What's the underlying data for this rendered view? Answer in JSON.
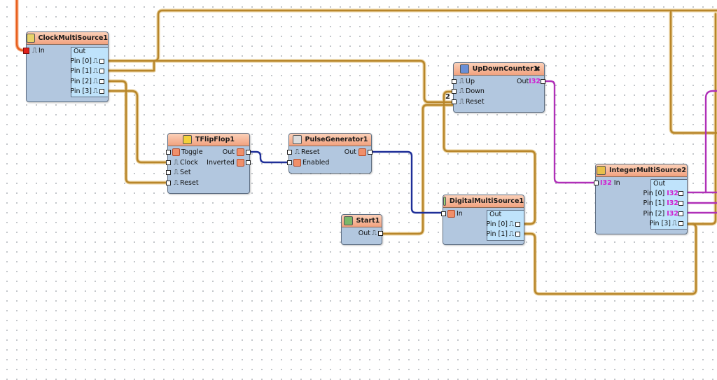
{
  "components": {
    "clock": {
      "title": "ClockMultiSource1",
      "in": "In",
      "out": "Out",
      "pins": [
        "Pin [0]",
        "Pin [1]",
        "Pin [2]",
        "Pin [3]"
      ]
    },
    "tflip": {
      "title": "TFlipFlop1",
      "inputs": [
        "Toggle",
        "Clock",
        "Set",
        "Reset"
      ],
      "out": "Out",
      "inverted": "Inverted"
    },
    "pulse": {
      "title": "PulseGenerator1",
      "inputs": [
        "Reset",
        "Enabled"
      ],
      "out": "Out"
    },
    "start": {
      "title": "Start1",
      "out": "Out"
    },
    "updown": {
      "title": "UpDownCounter1",
      "inputs": [
        "Up",
        "Down",
        "Reset"
      ],
      "out": "Out",
      "out_type": "I32"
    },
    "digital": {
      "title": "DigitalMultiSource1",
      "in": "In",
      "out": "Out",
      "pins": [
        "Pin [0]",
        "Pin [1]"
      ]
    },
    "integer": {
      "title": "IntegerMultiSource2",
      "in_type": "I32",
      "in": "In",
      "out": "Out",
      "pins": [
        "Pin [0]",
        "Pin [1]",
        "Pin [2]",
        "Pin [3]"
      ],
      "pin_types": [
        "I32",
        "I32",
        "I32",
        ""
      ]
    }
  },
  "wire_label": "2",
  "colors": {
    "wire_gold": "#b8862a",
    "wire_blue": "#1f2f98",
    "wire_purple": "#b030b8",
    "wire_orange": "#e86020"
  }
}
